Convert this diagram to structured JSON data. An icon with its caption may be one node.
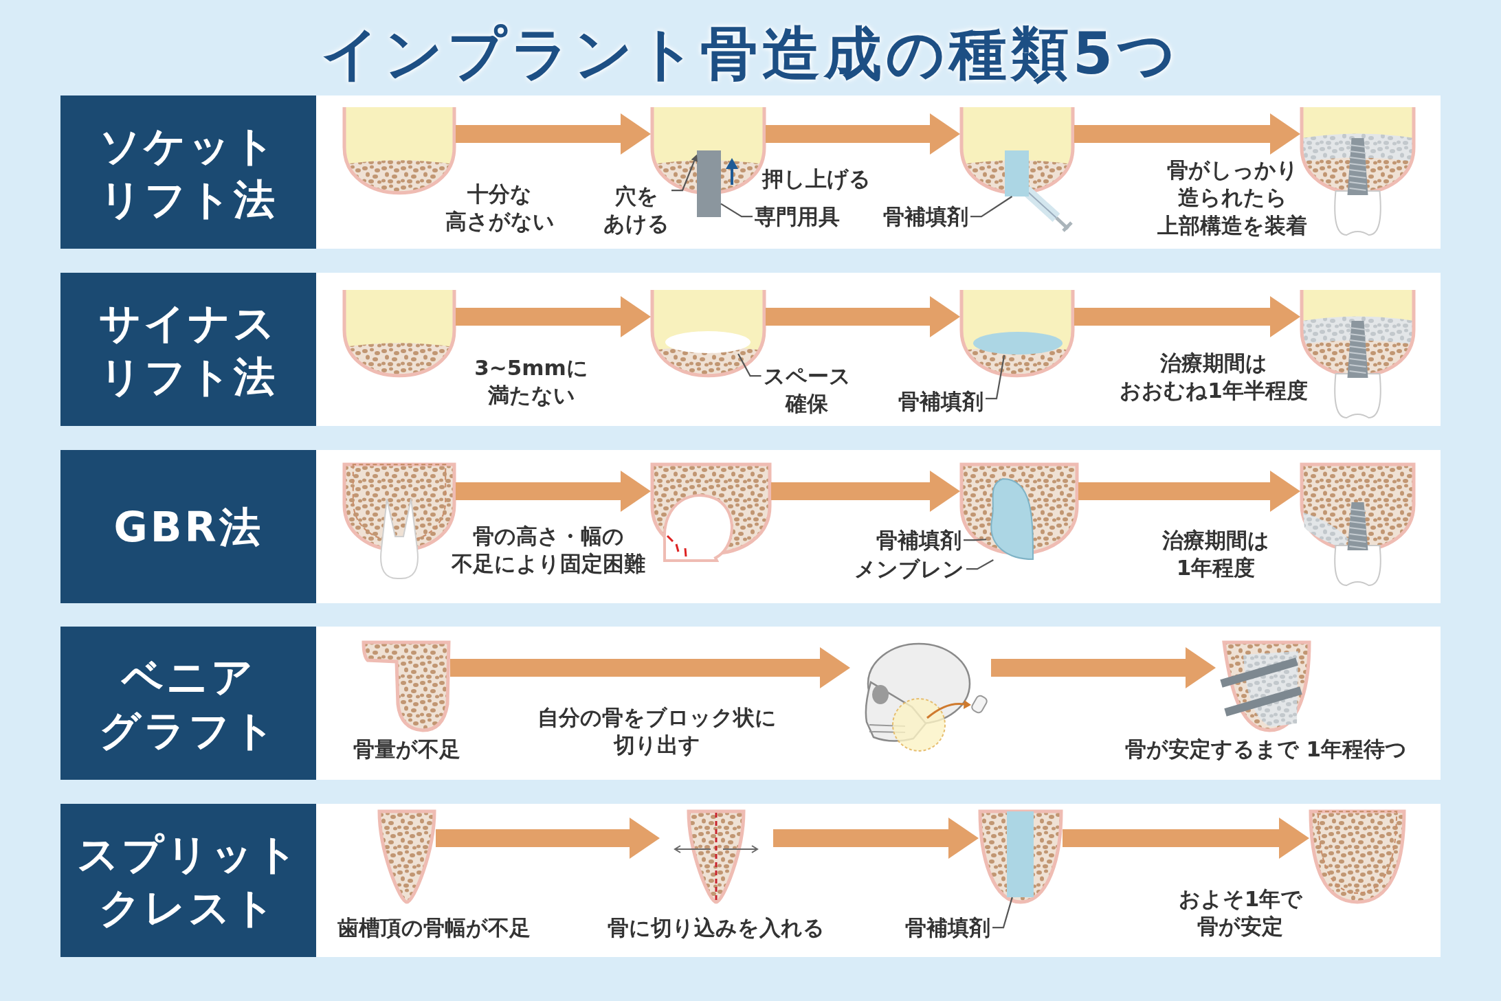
{
  "diagram": {
    "title": "インプラント骨造成の種類5つ",
    "nodes": [
      {
        "text": [
          "ソケットリフト法"
        ]
      },
      {
        "text": [],
        "shape": "picture",
        "beside": [
          "十分な高さがない"
        ]
      },
      {
        "text": [],
        "shape": "picture",
        "beside": [
          "押し上げる"
        ]
      },
      {
        "text": [],
        "shape": "box"
      },
      {
        "text": [
          "穴をあける"
        ]
      },
      {
        "text": [
          "専門用具"
        ]
      },
      {
        "text": [],
        "shape": "picture"
      },
      {
        "text": [],
        "shape": "box",
        "in": 6
      },
      {
        "text": [
          "骨補填剤"
        ]
      },
      {
        "text": [],
        "shape": "picture",
        "beside": [
          "骨がしっかり造られたら上部構造を装着"
        ]
      },
      {
        "text": [
          "サイナスリフト法"
        ]
      },
      {
        "text": [],
        "shape": "picture",
        "beside": [
          "3~5mmに満たない"
        ]
      },
      {
        "text": [],
        "shape": "picture"
      },
      {
        "text": [],
        "shape": "ellipse",
        "in": 12
      },
      {
        "text": [
          "スペース確保"
        ]
      },
      {
        "text": [],
        "shape": "picture"
      },
      {
        "text": [],
        "shape": "ellipse",
        "in": 15
      },
      {
        "text": [
          "骨補填剤"
        ]
      },
      {
        "text": [],
        "shape": "picture",
        "beside": [
          "治療期間はおおむね1年半程度"
        ]
      },
      {
        "text": [
          "GBR法"
        ]
      },
      {
        "text": [],
        "shape": "picture"
      },
      {
        "text": [],
        "shape": "picture"
      },
      {
        "text": [],
        "shape": "picture"
      },
      {
        "text": [],
        "shape": "blob",
        "in": 22
      },
      {
        "text": [
          "骨補填剤"
        ]
      },
      {
        "text": [
          "メンブレン"
        ]
      },
      {
        "text": [],
        "shape": "picture",
        "beside": [
          "治療期間は1年程度"
        ]
      },
      {
        "text": [
          "ベニアグラフト"
        ]
      },
      {
        "text": [],
        "shape": "picture",
        "beside": [
          "骨量が不足"
        ]
      },
      {
        "text": [],
        "shape": "picture"
      },
      {
        "text": [],
        "shape": "picture",
        "beside": [
          "骨が安定するまで 1年程待つ"
        ]
      },
      {
        "text": [
          "スプリットクレスト"
        ]
      },
      {
        "text": [],
        "shape": "picture",
        "beside": [
          "歯槽頂の骨幅が不足"
        ]
      },
      {
        "text": [],
        "shape": "picture",
        "beside": [
          "骨に切り込みを入れる"
        ]
      },
      {
        "text": [],
        "shape": "picture"
      },
      {
        "text": [],
        "shape": "box",
        "in": 34
      },
      {
        "text": [
          "骨補填剤"
        ]
      },
      {
        "text": [],
        "shape": "picture",
        "beside": [
          "およそ1年で骨が安定"
        ]
      }
    ],
    "edges": [
      {
        "from": 1,
        "to": 2,
        "arrow": "to"
      },
      {
        "from": 2,
        "to": 6,
        "arrow": "to"
      },
      {
        "from": 6,
        "to": 9,
        "arrow": "to"
      },
      {
        "from": 4,
        "to": 3,
        "arrow": "to",
        "color": "#555555"
      },
      {
        "from": 5,
        "to": 3,
        "arrow": "none",
        "color": "#555555"
      },
      {
        "from": 8,
        "to": 7,
        "arrow": "none",
        "color": "#555555"
      },
      {
        "from": 11,
        "to": 12,
        "arrow": "to"
      },
      {
        "from": 12,
        "to": 15,
        "arrow": "to"
      },
      {
        "from": 15,
        "to": 18,
        "arrow": "to"
      },
      {
        "from": 14,
        "to": 13,
        "arrow": "none",
        "color": "#555555"
      },
      {
        "from": 17,
        "to": 16,
        "arrow": "none",
        "color": "#555555"
      },
      {
        "from": 20,
        "to": 21,
        "arrow": "to"
      },
      {
        "from": 21,
        "to": 22,
        "arrow": "to"
      },
      {
        "from": 22,
        "to": 26,
        "arrow": "to"
      },
      {
        "from": 24,
        "to": 23,
        "arrow": "none",
        "color": "#555555"
      },
      {
        "from": 25,
        "to": 23,
        "arrow": "none",
        "color": "#555555"
      },
      {
        "from": 28,
        "to": 29,
        "arrow": "to"
      },
      {
        "from": 29,
        "to": 30,
        "arrow": "to"
      },
      {
        "from": 32,
        "to": 33,
        "arrow": "to"
      },
      {
        "from": 33,
        "to": 34,
        "arrow": "to"
      },
      {
        "from": 34,
        "to": 37,
        "arrow": "to"
      },
      {
        "from": 36,
        "to": 35,
        "arrow": "none",
        "color": "#555555"
      }
    ],
    "labels": [
      "骨の高さ・幅の不足により固定困難",
      "自分の骨をブロック状に切り出す"
    ]
  }
}
